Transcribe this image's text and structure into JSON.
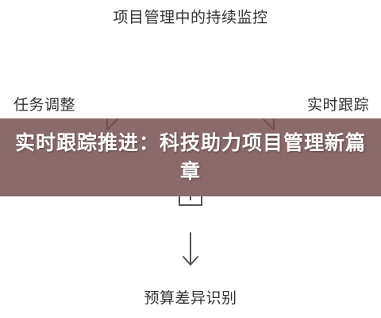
{
  "diagram": {
    "top_label": "项目管理中的持续监控",
    "left_label": "任务调整",
    "right_label": "实时跟踪",
    "bottom_label": "预算差异识别"
  },
  "banner": {
    "title": "实时跟踪推进：科技助力项目管理新篇章"
  },
  "colors": {
    "banner_background": "#744d4d",
    "diagram_text": "#333333",
    "diagram_lines": "#555555"
  }
}
